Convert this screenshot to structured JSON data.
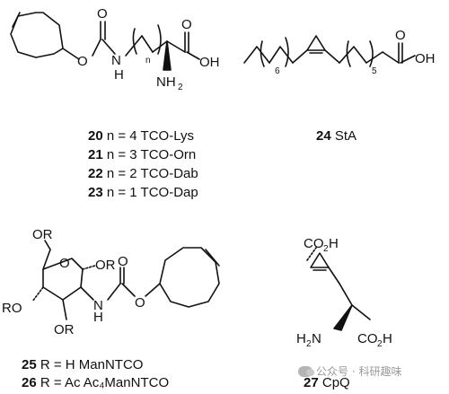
{
  "compounds": [
    {
      "number": "20",
      "text": "n = 4 TCO-Lys"
    },
    {
      "number": "21",
      "text": "n = 3 TCO-Orn"
    },
    {
      "number": "22",
      "text": "n = 2 TCO-Dab"
    },
    {
      "number": "23",
      "text": "n = 1 TCO-Dap"
    },
    {
      "number": "24",
      "text": "StA"
    },
    {
      "number": "25",
      "text": "R = H ManNTCO"
    },
    {
      "number": "26",
      "text": "R = Ac Ac₄ManNTCO"
    },
    {
      "number": "27",
      "text": "CpQ"
    }
  ],
  "atoms": {
    "O": "O",
    "OH": "OH",
    "N": "N",
    "H": "H",
    "NH2_main": "NH",
    "sub2": "2",
    "n": "n",
    "sub6": "6",
    "sub5": "5",
    "OR": "OR",
    "RO": "RO",
    "CO2H": "CO",
    "CO2H_sub": "2",
    "CO2H_H": "H",
    "H2N": "H",
    "H2N_sub": "2",
    "H2N_N": "N"
  },
  "watermark": "公众号 · 科研趣味"
}
